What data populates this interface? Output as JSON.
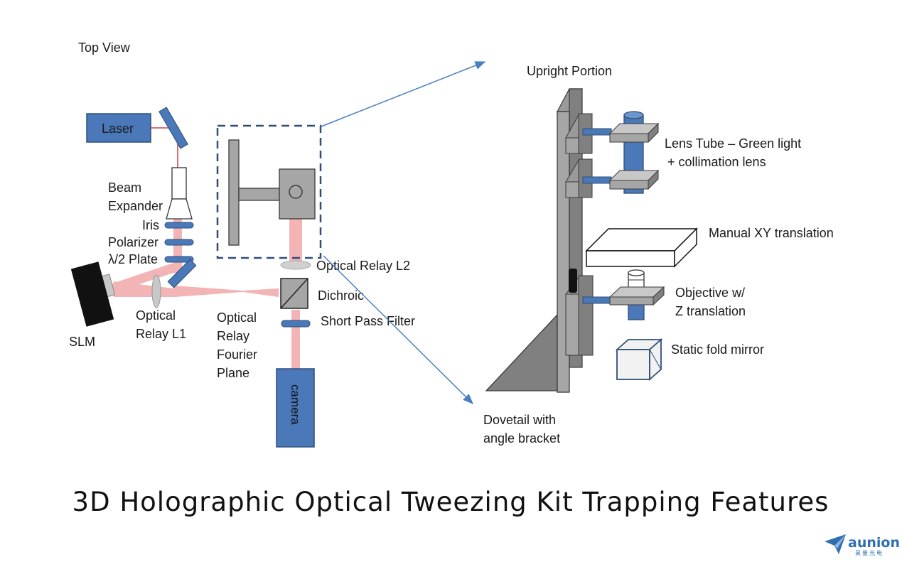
{
  "labels": {
    "top_view": "Top View",
    "laser": "Laser",
    "beam_expander_1": "Beam",
    "beam_expander_2": "Expander",
    "iris": "Iris",
    "polarizer": "Polarizer",
    "half_wave_plate": "λ/2 Plate",
    "slm": "SLM",
    "optical_relay_l1_1": "Optical",
    "optical_relay_l1_2": "Relay L1",
    "fourier_1": "Optical",
    "fourier_2": "Relay",
    "fourier_3": "Fourier",
    "fourier_4": "Plane",
    "optical_relay_l2": "Optical Relay L2",
    "dichroic": "Dichroic",
    "short_pass_filter": "Short Pass Filter",
    "camera": "camera",
    "upright_portion": "Upright Portion",
    "lens_tube_1": "Lens Tube – Green light",
    "lens_tube_2": "+ collimation lens",
    "manual_xy": "Manual XY translation",
    "objective_1": "Objective w/",
    "objective_2": "Z translation",
    "static_fold_mirror": "Static fold mirror",
    "dovetail_1": "Dovetail with",
    "dovetail_2": "angle bracket"
  },
  "title": "3D Holographic Optical Tweezing Kit Trapping Features",
  "logo": {
    "name": "aunion",
    "subtitle": "昊量光电"
  },
  "colors": {
    "component_blue": "#4a78b8",
    "beam_pink": "#f2b4b4",
    "laser_line": "#d04040",
    "gray_part": "#a6a6a6",
    "dark_gray": "#3a3a3a",
    "dash_outline": "#2f4f7a",
    "arrow_blue": "#4a7fc1"
  }
}
